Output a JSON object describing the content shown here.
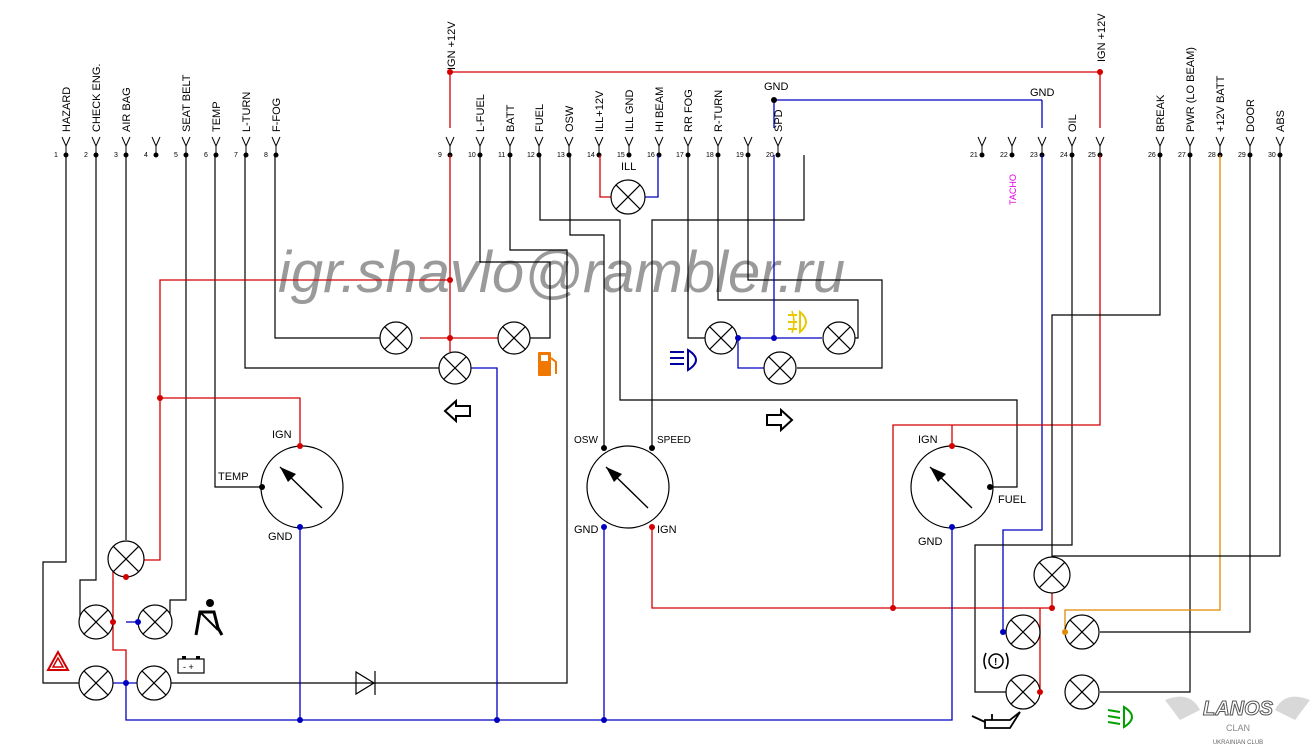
{
  "top_pins": {
    "left": [
      {
        "num": "1",
        "label": "HAZARD"
      },
      {
        "num": "2",
        "label": "CHECK ENG."
      },
      {
        "num": "3",
        "label": "AIR BAG"
      },
      {
        "num": "4",
        "label": ""
      },
      {
        "num": "5",
        "label": "SEAT BELT"
      },
      {
        "num": "6",
        "label": "TEMP"
      },
      {
        "num": "7",
        "label": "L-TURN"
      },
      {
        "num": "8",
        "label": "F-FOG"
      }
    ],
    "middle": [
      {
        "num": "9",
        "label": ""
      },
      {
        "num": "10",
        "label": "L-FUEL"
      },
      {
        "num": "11",
        "label": "BATT"
      },
      {
        "num": "12",
        "label": "FUEL"
      },
      {
        "num": "13",
        "label": "OSW"
      },
      {
        "num": "14",
        "label": "ILL+12V"
      },
      {
        "num": "15",
        "label": "ILL GND"
      },
      {
        "num": "16",
        "label": "HI BEAM"
      },
      {
        "num": "17",
        "label": "RR FOG"
      },
      {
        "num": "18",
        "label": "R-TURN"
      },
      {
        "num": "19",
        "label": ""
      },
      {
        "num": "20",
        "label": "SPD"
      }
    ],
    "right": [
      {
        "num": "21",
        "label": ""
      },
      {
        "num": "22",
        "label": ""
      },
      {
        "num": "23",
        "label": ""
      },
      {
        "num": "24",
        "label": "OIL"
      },
      {
        "num": "25",
        "label": ""
      },
      {
        "num": "26",
        "label": "BREAK"
      },
      {
        "num": "27",
        "label": "PWR (LO BEAM)"
      },
      {
        "num": "28",
        "label": "+12V BATT"
      },
      {
        "num": "29",
        "label": "DOOR"
      },
      {
        "num": "30",
        "label": "ABS"
      }
    ]
  },
  "labels": {
    "ign_left": "IGN +12V",
    "ign_right": "IGN +12V",
    "gnd_19": "GND",
    "gnd_23": "GND",
    "ill": "ILL",
    "tacho": "TACHO",
    "watermark": "igr.shavlo@rambler.ru",
    "temp_gauge": {
      "ign": "IGN",
      "temp": "TEMP",
      "gnd": "GND"
    },
    "speed_gauge": {
      "osw": "OSW",
      "speed": "SPEED",
      "gnd": "GND",
      "ign": "IGN"
    },
    "fuel_gauge": {
      "ign": "IGN",
      "fuel": "FUEL",
      "gnd": "GND"
    }
  },
  "logo": {
    "line1": "LANOS",
    "line2": "CLAN",
    "line3": "UKRAINIAN CLUB"
  },
  "colors": {
    "ign_wire": "#d40000",
    "gnd_wire": "#0000c0",
    "signal_wire": "#000000",
    "batt_wire": "#e08a00",
    "tacho_label": "#e000e0",
    "fuel_icon": "#f07800",
    "fog_icon": "#e8c800",
    "beam_icon": "#0000a0",
    "lo_beam_icon": "#00a000"
  }
}
